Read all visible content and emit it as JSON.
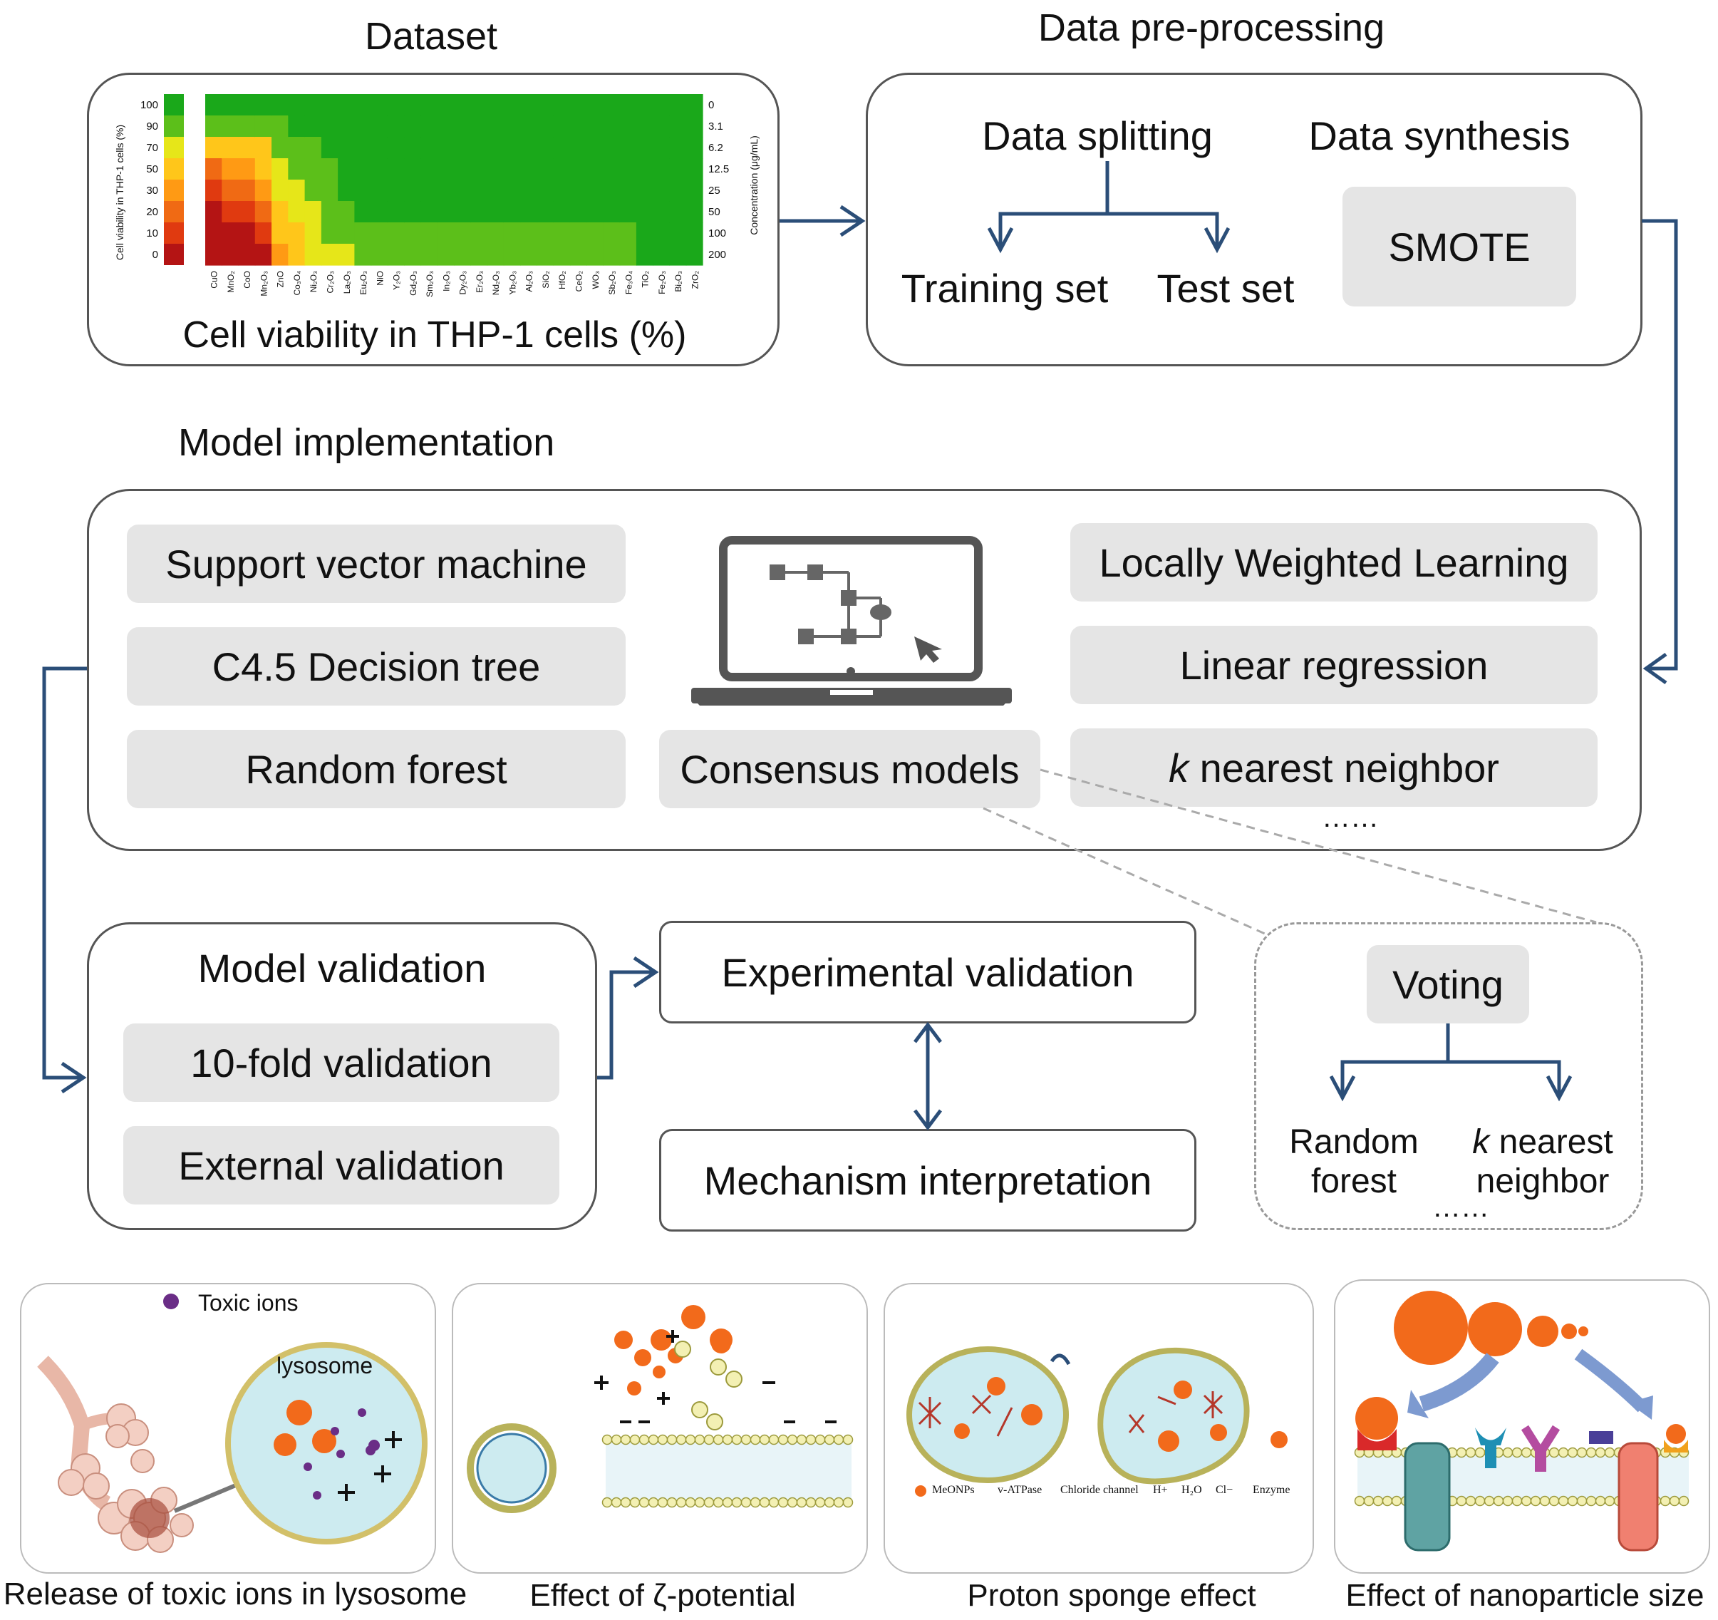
{
  "dataset": {
    "title": "Dataset",
    "heatmap_caption": "Cell viability in THP-1 cells (%)",
    "legend_axis_label": "Cell viability in THP-1 cells (%)",
    "legend_ticks": [
      "100",
      "90",
      "70",
      "50",
      "30",
      "20",
      "10",
      "0"
    ],
    "conc_axis_label": "Concentration (μg/mL)",
    "conc_ticks": [
      "0",
      "3.1",
      "6.2",
      "12.5",
      "25",
      "50",
      "100",
      "200"
    ],
    "materials": [
      "CuO",
      "MnO₂",
      "CoO",
      "Mn₂O₃",
      "ZnO",
      "Co₃O₄",
      "Ni₂O₃",
      "Cr₂O₃",
      "La₂O₃",
      "Eu₂O₃",
      "NiO",
      "Y₂O₃",
      "Gd₂O₃",
      "Sm₂O₃",
      "In₂O₃",
      "Dy₂O₃",
      "Er₂O₃",
      "Nd₂O₃",
      "Yb₂O₃",
      "Al₂O₃",
      "SiO₂",
      "HfO₂",
      "CeO₂",
      "WO₃",
      "Sb₂O₃",
      "Fe₃O₄",
      "TiO₂",
      "Fe₂O₃",
      "Bi₂O₃",
      "ZrO₂"
    ],
    "legend_colors": [
      "#1aa81a",
      "#5cbf1a",
      "#e6e619",
      "#ffc61a",
      "#ff9a14",
      "#f06a14",
      "#e03a10",
      "#b41414"
    ]
  },
  "preprocessing": {
    "title": "Data pre-processing",
    "splitting": "Data splitting",
    "training": "Training set",
    "test": "Test set",
    "synthesis": "Data synthesis",
    "smote": "SMOTE"
  },
  "model": {
    "title": "Model implementation",
    "svm": "Support vector machine",
    "c45": "C4.5 Decision tree",
    "rf": "Random forest",
    "consensus": "Consensus models",
    "lwl": "Locally Weighted Learning",
    "lr": "Linear regression",
    "knn_k": "k",
    "knn_rest": " nearest neighbor",
    "ellipsis": "……"
  },
  "validation": {
    "title": "Model validation",
    "tenfold": "10-fold validation",
    "external": "External validation",
    "experimental": "Experimental validation",
    "mechanism": "Mechanism interpretation"
  },
  "voting": {
    "title": "Voting",
    "rf_line1": "Random",
    "rf_line2": "forest",
    "knn_k": "k",
    "knn_line1_rest": " nearest",
    "knn_line2": "neighbor",
    "ellipsis": "……"
  },
  "mechanisms": {
    "toxic_ions_label": "Toxic ions",
    "lysosome_label": "lysosome",
    "caption1": "Release of toxic ions in lysosome",
    "caption2": "Effect of  ζ-potential",
    "caption3": "Proton sponge effect",
    "caption4": "Effect of nanoparticle size",
    "legend3": [
      "MeONPs",
      "v-ATPase",
      "Chloride channel",
      "H+",
      "H₂O",
      "Cl−",
      "Enzyme"
    ]
  },
  "colors": {
    "arrow": "#2b4e78",
    "panel_border": "#555555",
    "box_fill": "#e5e5e5",
    "nano_orange": "#f26a1b",
    "lysosome_fill": "#cdebf0"
  }
}
